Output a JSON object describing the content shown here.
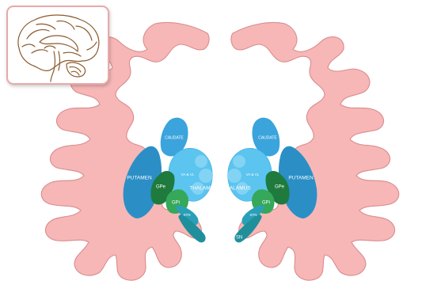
{
  "colors": {
    "cortex_fill": "#f7b7b7",
    "cortex_stroke": "#d98c8d",
    "thalamus": "#5bc4ef",
    "thalamus_nuclei": "#8fd8f6",
    "caudate": "#3ba4dc",
    "putamen": "#2b8fc6",
    "gpe": "#1f7a3d",
    "gpi": "#35a85a",
    "stn": "#2aa0b8",
    "sn": "#1f8f9c",
    "inset_border": "#e9a9aa",
    "inset_brain": "#8b5a2b"
  },
  "labels": {
    "caudate": "CAUDATE",
    "putamen": "PUTAMEN",
    "gpe": "GPe",
    "gpi": "GPi",
    "thalamus": "THALAMUS",
    "thalamus_nuclei": "VA & VL",
    "stn": "STN",
    "sn": "SN"
  },
  "inset": {
    "icon": "sagittal-brain-icon"
  }
}
